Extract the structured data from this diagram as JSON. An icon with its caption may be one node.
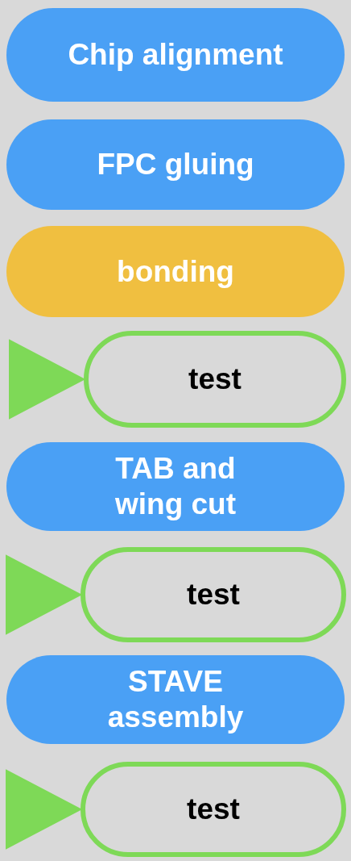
{
  "diagram": {
    "nodes": [
      {
        "text": [
          "Chip alignment"
        ]
      },
      {
        "text": [
          "FPC gluing"
        ]
      },
      {
        "text": [
          "bonding"
        ]
      },
      {
        "text": [
          "test"
        ]
      },
      {
        "text": [
          "TAB and wing cut"
        ]
      },
      {
        "text": [
          "test"
        ]
      },
      {
        "text": [
          "STAVE assembly"
        ]
      },
      {
        "text": [
          "test"
        ]
      }
    ],
    "edges": [
      {
        "from": null,
        "to": 3,
        "arrow": "to"
      },
      {
        "from": null,
        "to": 5,
        "arrow": "to"
      },
      {
        "from": null,
        "to": 7,
        "arrow": "to"
      }
    ]
  }
}
